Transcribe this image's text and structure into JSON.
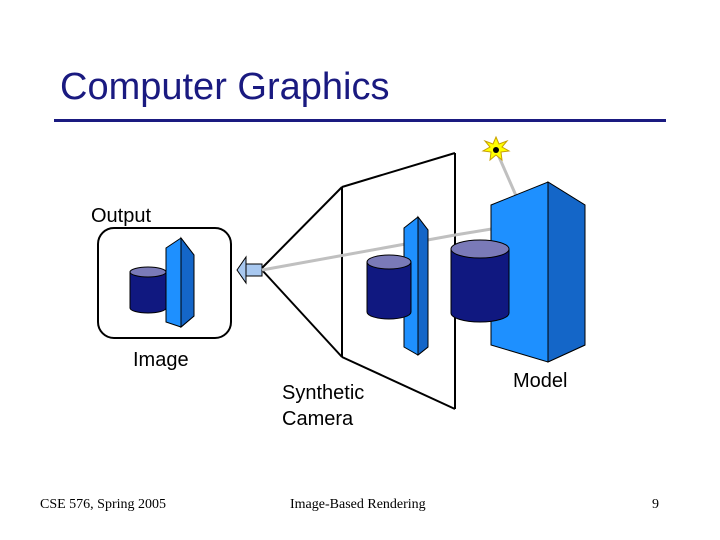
{
  "title": "Computer Graphics",
  "labels": {
    "output": "Output",
    "image": "Image",
    "synthetic_camera_line1": "Synthetic",
    "synthetic_camera_line2": "Camera",
    "model": "Model"
  },
  "footer": {
    "course": "CSE 576, Spring 2005",
    "topic": "Image-Based Rendering",
    "page_number": "9"
  },
  "colors": {
    "title": "#1a1a80",
    "panel_blue": "#1e90ff",
    "cylinder_body": "#101880",
    "cylinder_top": "#7a7ab8",
    "light_star": "#ffff00",
    "ray": "#c0c0c0"
  },
  "icons": {
    "light": "light-source-icon",
    "camera": "camera-lens-icon"
  }
}
